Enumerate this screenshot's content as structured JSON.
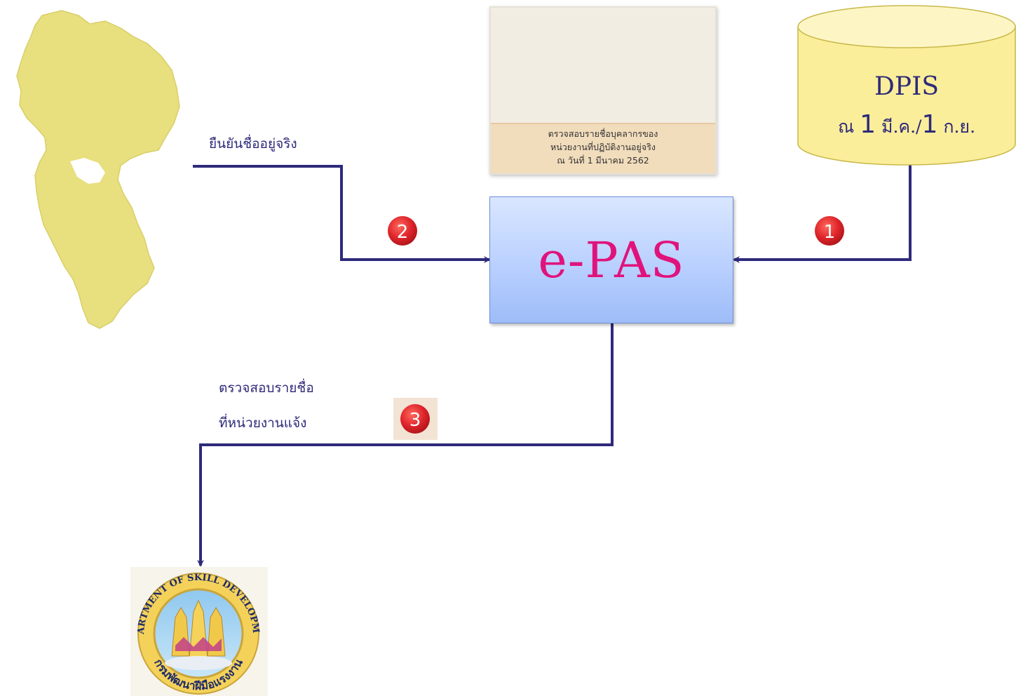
{
  "colors": {
    "connector": "#2e2a7a",
    "accent_pink": "#e0137c",
    "badge_red": "#e0262c",
    "cylinder_fill": "#fbee9a",
    "map_fill": "#e8df7e"
  },
  "icons": {
    "thailand_map": "thailand-map-icon",
    "people_group": "people-group-icon",
    "database": "database-cylinder-icon",
    "dept_seal": "department-seal-icon"
  },
  "poster": {
    "caption_line1": "ตรวจสอบรายชื่อบุคลากรของ",
    "caption_line2": "หน่วยงานที่ปฏิบัติงานอยู่จริง",
    "caption_line3": "ณ วันที่ 1 มีนาคม 2562"
  },
  "dpis": {
    "title": "DPIS",
    "prefix": "ณ ",
    "num1": "1",
    "mid": " มี.ค./",
    "num2": "1",
    "suffix": " ก.ย."
  },
  "epas": {
    "title": "e-PAS"
  },
  "labels": {
    "confirm": "ยืนยันชื่ออยู่จริง",
    "check_line1": "ตรวจสอบรายชื่อ",
    "check_line2": "ที่หน่วยงานแจ้ง"
  },
  "steps": {
    "step1": "1",
    "step2": "2",
    "step3": "3"
  },
  "seal": {
    "top_text": "DEPARTMENT OF SKILL DEVELOPMENT",
    "bottom_text": "กรมพัฒนาฝีมือแรงงาน"
  }
}
